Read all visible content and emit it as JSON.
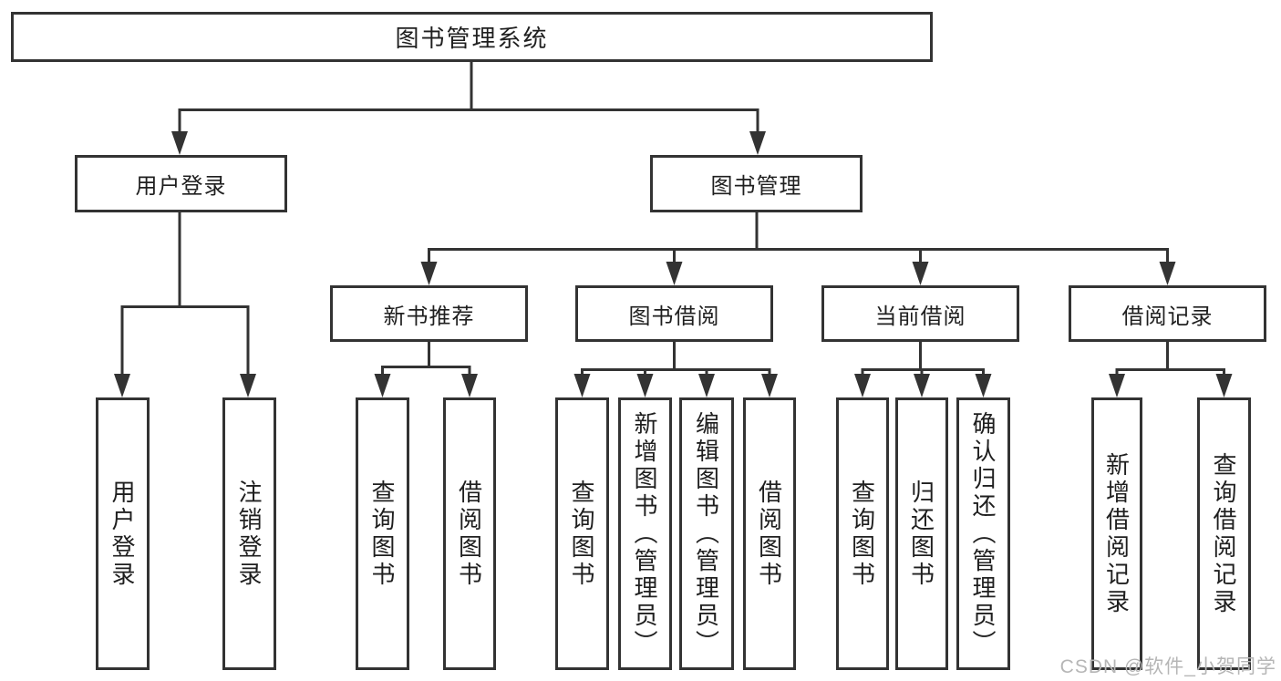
{
  "colors": {
    "line": "#333333",
    "box_border": "#333333",
    "box_fill": "#ffffff",
    "text": "#1f1f1f",
    "background": "#ffffff",
    "watermark": "#b6b6b6"
  },
  "tree": {
    "label": "图书管理系统",
    "children": [
      {
        "label": "用户登录",
        "children": [
          {
            "label": "用户登录"
          },
          {
            "label": "注销登录"
          }
        ]
      },
      {
        "label": "图书管理",
        "children": [
          {
            "label": "新书推荐",
            "children": [
              {
                "label": "查询图书"
              },
              {
                "label": "借阅图书"
              }
            ]
          },
          {
            "label": "图书借阅",
            "children": [
              {
                "label": "查询图书"
              },
              {
                "label": "新增图书（管理员）"
              },
              {
                "label": "编辑图书（管理员）"
              },
              {
                "label": "借阅图书"
              }
            ]
          },
          {
            "label": "当前借阅",
            "children": [
              {
                "label": "查询图书"
              },
              {
                "label": "归还图书"
              },
              {
                "label": "确认归还（管理员）"
              }
            ]
          },
          {
            "label": "借阅记录",
            "children": [
              {
                "label": "新增借阅记录"
              },
              {
                "label": "查询借阅记录"
              }
            ]
          }
        ]
      }
    ]
  },
  "watermark": {
    "text": "CSDN @软件_小贺同学"
  }
}
